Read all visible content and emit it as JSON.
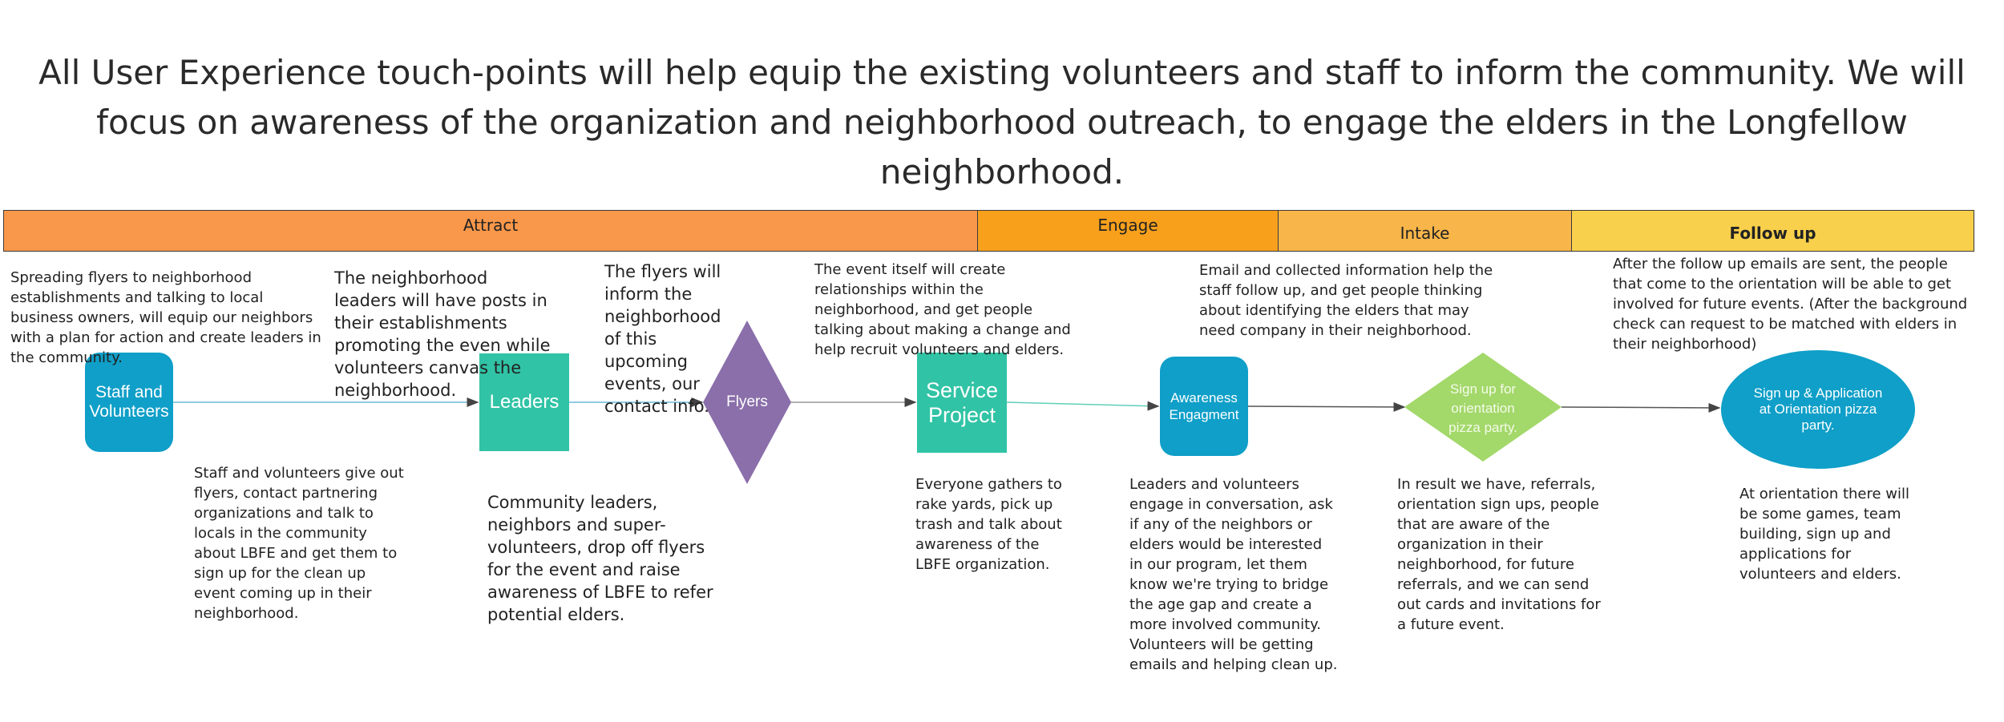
{
  "headline": "All User Experience touch-points will help equip the existing volunteers and staff to inform the community. We will focus on awareness of the organization and neighborhood outreach, to engage the elders in the Longfellow neighborhood.",
  "stages": [
    {
      "label": "Attract",
      "color": "#f9974a"
    },
    {
      "label": "Engage",
      "color": "#f8a01c"
    },
    {
      "label": "Intake",
      "color": "#f8b549"
    },
    {
      "label": "Follow up",
      "color": "#f8d04c"
    }
  ],
  "nodes": {
    "staff": {
      "label": "Staff and Volunteers",
      "color": "#0f9fc8"
    },
    "leaders": {
      "label": "Leaders",
      "color": "#31c3a5"
    },
    "flyers": {
      "label": "Flyers",
      "color": "#8a6faa"
    },
    "service": {
      "label": "Service Project",
      "color": "#31c3a5"
    },
    "awareness": {
      "label": "Awareness Engagment",
      "color": "#0f9fc8"
    },
    "signup": {
      "label": "Sign up for orientation pizza party.",
      "color": "#a3d86a"
    },
    "application": {
      "label": "Sign up & Application at Orientation pizza party.",
      "color": "#0f9fc8"
    }
  },
  "notes": {
    "spreading": "Spreading flyers to neighborhood establishments and talking to local business owners, will equip our neighbors  with a plan for action and create leaders in the community.",
    "staff_give": "Staff and volunteers give out flyers, contact partnering organizations and talk to locals in the community about LBFE and get them to sign up for the clean up event coming up in their neighborhood.",
    "leaders_posts": "The neighborhood leaders will have posts in their establishments promoting the even while volunteers canvas the neighborhood.",
    "community_leaders": "Community leaders, neighbors and super-volunteers, drop off flyers for the event and raise awareness of LBFE to refer potential elders.",
    "flyers_inform": "The flyers will inform the neighborhood of this upcoming events, our contact info.",
    "event_itself": "The event itself will create relationships within the neighborhood, and get people talking about making a change and help recruit volunteers and elders.",
    "everyone": "Everyone gathers to rake yards, pick up trash and talk about awareness of the LBFE organization.",
    "email": "Email and collected information help the staff follow up, and get people thinking about identifying the elders that may need company in their neighborhood.",
    "leaders_volunteers": "Leaders and volunteers engage in conversation, ask if any of the neighbors or elders would be interested in our program, let them know we're trying to bridge the age gap and create a more involved community. Volunteers will be getting emails and helping clean up.",
    "in_result": "In result we have, referrals, orientation sign ups, people that are aware of the organization in their neighborhood, for future referrals, and we can send out cards and invitations for a future event.",
    "after_follow": "After the follow up emails are sent, the people that come to the orientation will be able to get involved for future events. (After the background check can request to be matched with elders in their neighborhood)",
    "at_orientation": "At orientation there will be some games, team building, sign up and applications for volunteers and elders."
  }
}
